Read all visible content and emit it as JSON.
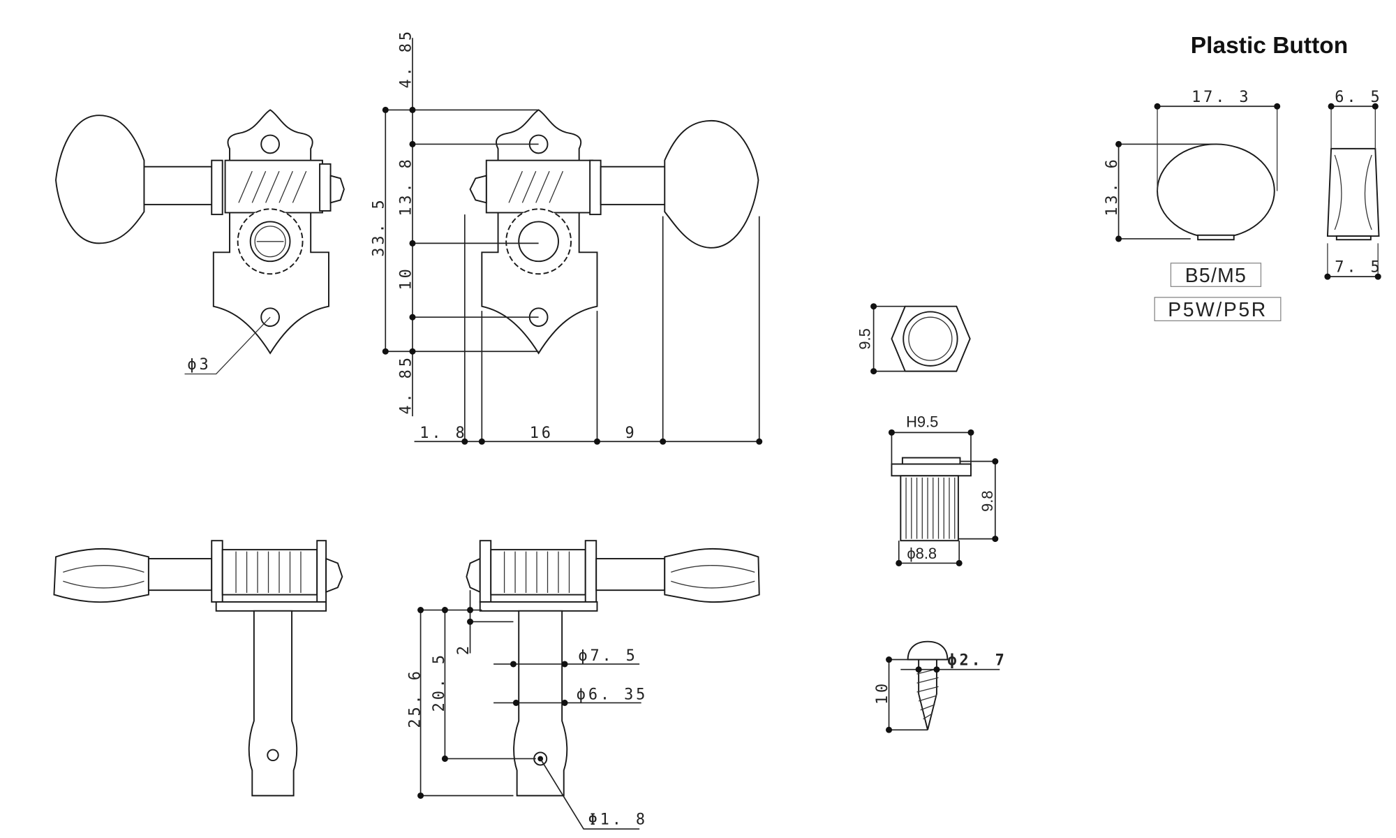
{
  "title": "Plastic Button",
  "front_view": {
    "hole_dia": "ϕ3"
  },
  "front_dims": {
    "top_offset": "4. 85",
    "hole_to_gear": "13. 8",
    "overall_height": "33. 5",
    "gear_to_hole": "10",
    "bottom_offset": "4. 85",
    "end_offset": "1. 8",
    "plate_width": "16",
    "shaft_length": "9"
  },
  "post_dims": {
    "post_height": "25. 6",
    "hole_height": "20. 5",
    "collar": "2",
    "dia_upper": "ϕ7. 5",
    "dia_lower": "ϕ6. 35",
    "string_hole": "Φ1. 8"
  },
  "hex_nut": {
    "width": "9.5"
  },
  "bushing": {
    "hex": "H9.5",
    "height": "9.8",
    "dia": "ϕ8.8"
  },
  "screw": {
    "length": "10",
    "dia": "ϕ2. 7"
  },
  "plastic_button": {
    "width": "17. 3",
    "height": "13. 6",
    "top_thickness": "6. 5",
    "base_thickness": "7. 5",
    "models_black_pearl": "B5/M5",
    "models_white_red": "P5W/P5R"
  }
}
